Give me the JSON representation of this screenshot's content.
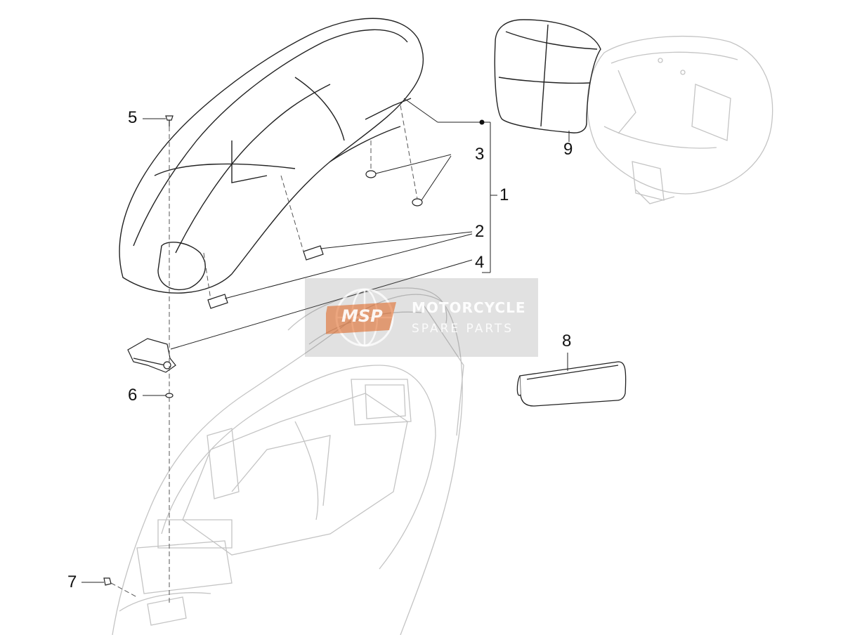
{
  "callouts": {
    "c1": "1",
    "c2": "2",
    "c3": "3",
    "c4": "4",
    "c5": "5",
    "c6": "6",
    "c7": "7",
    "c8": "8",
    "c9": "9"
  },
  "watermark": {
    "logo": "MSP",
    "line1": "MOTORCYCLE",
    "line2": "SPARE PARTS"
  },
  "colors": {
    "line": "#222222",
    "faint": "#bfbfbf",
    "watermark_bg": "#787878",
    "logo_orange": "#e0601a"
  }
}
